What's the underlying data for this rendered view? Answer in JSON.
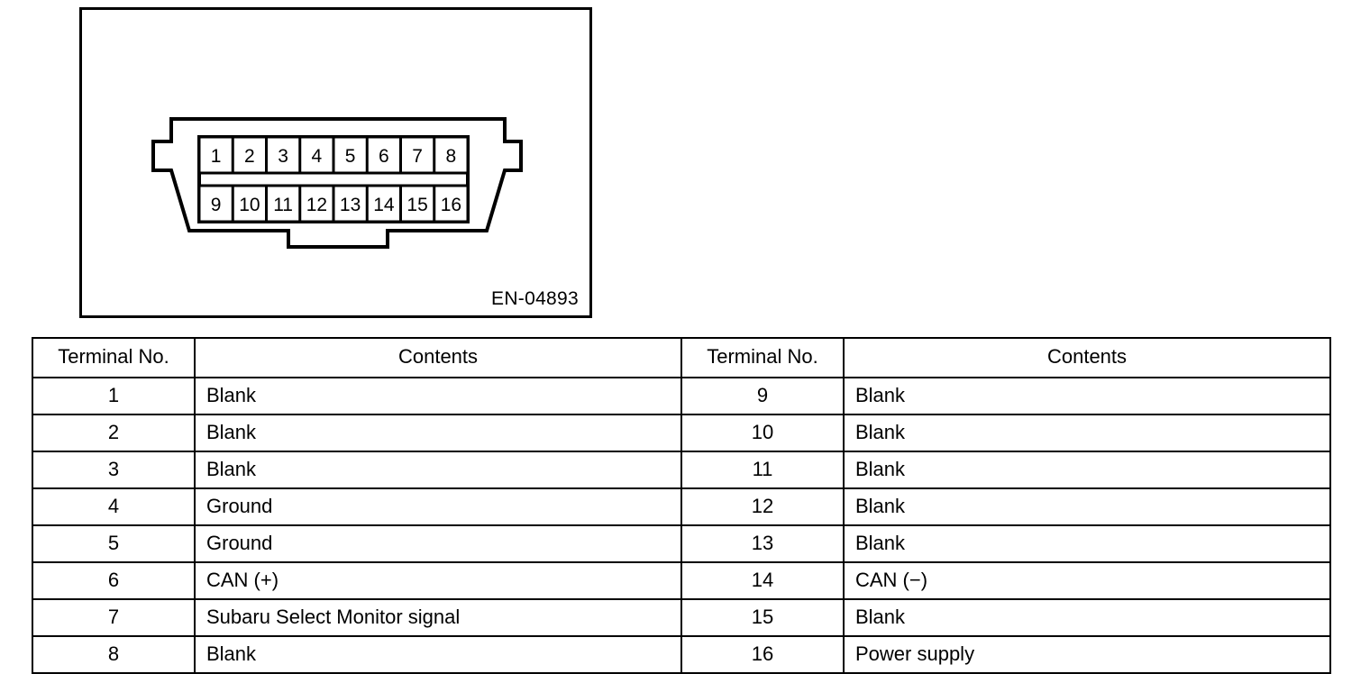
{
  "figure": {
    "caption": "EN-04893",
    "connector": {
      "top_row_pins": [
        "1",
        "2",
        "3",
        "4",
        "5",
        "6",
        "7",
        "8"
      ],
      "bottom_row_pins": [
        "9",
        "10",
        "11",
        "12",
        "13",
        "14",
        "15",
        "16"
      ]
    }
  },
  "table": {
    "headers": {
      "terminal_no": "Terminal No.",
      "contents": "Contents"
    },
    "left_rows": [
      {
        "terminal": "1",
        "contents": "Blank"
      },
      {
        "terminal": "2",
        "contents": "Blank"
      },
      {
        "terminal": "3",
        "contents": "Blank"
      },
      {
        "terminal": "4",
        "contents": "Ground"
      },
      {
        "terminal": "5",
        "contents": "Ground"
      },
      {
        "terminal": "6",
        "contents": "CAN (+)"
      },
      {
        "terminal": "7",
        "contents": "Subaru Select Monitor signal"
      },
      {
        "terminal": "8",
        "contents": "Blank"
      }
    ],
    "right_rows": [
      {
        "terminal": "9",
        "contents": "Blank"
      },
      {
        "terminal": "10",
        "contents": "Blank"
      },
      {
        "terminal": "11",
        "contents": "Blank"
      },
      {
        "terminal": "12",
        "contents": "Blank"
      },
      {
        "terminal": "13",
        "contents": "Blank"
      },
      {
        "terminal": "14",
        "contents": "CAN (−)"
      },
      {
        "terminal": "15",
        "contents": "Blank"
      },
      {
        "terminal": "16",
        "contents": "Power supply"
      }
    ]
  },
  "colors": {
    "line": "#000000",
    "background": "#ffffff"
  }
}
